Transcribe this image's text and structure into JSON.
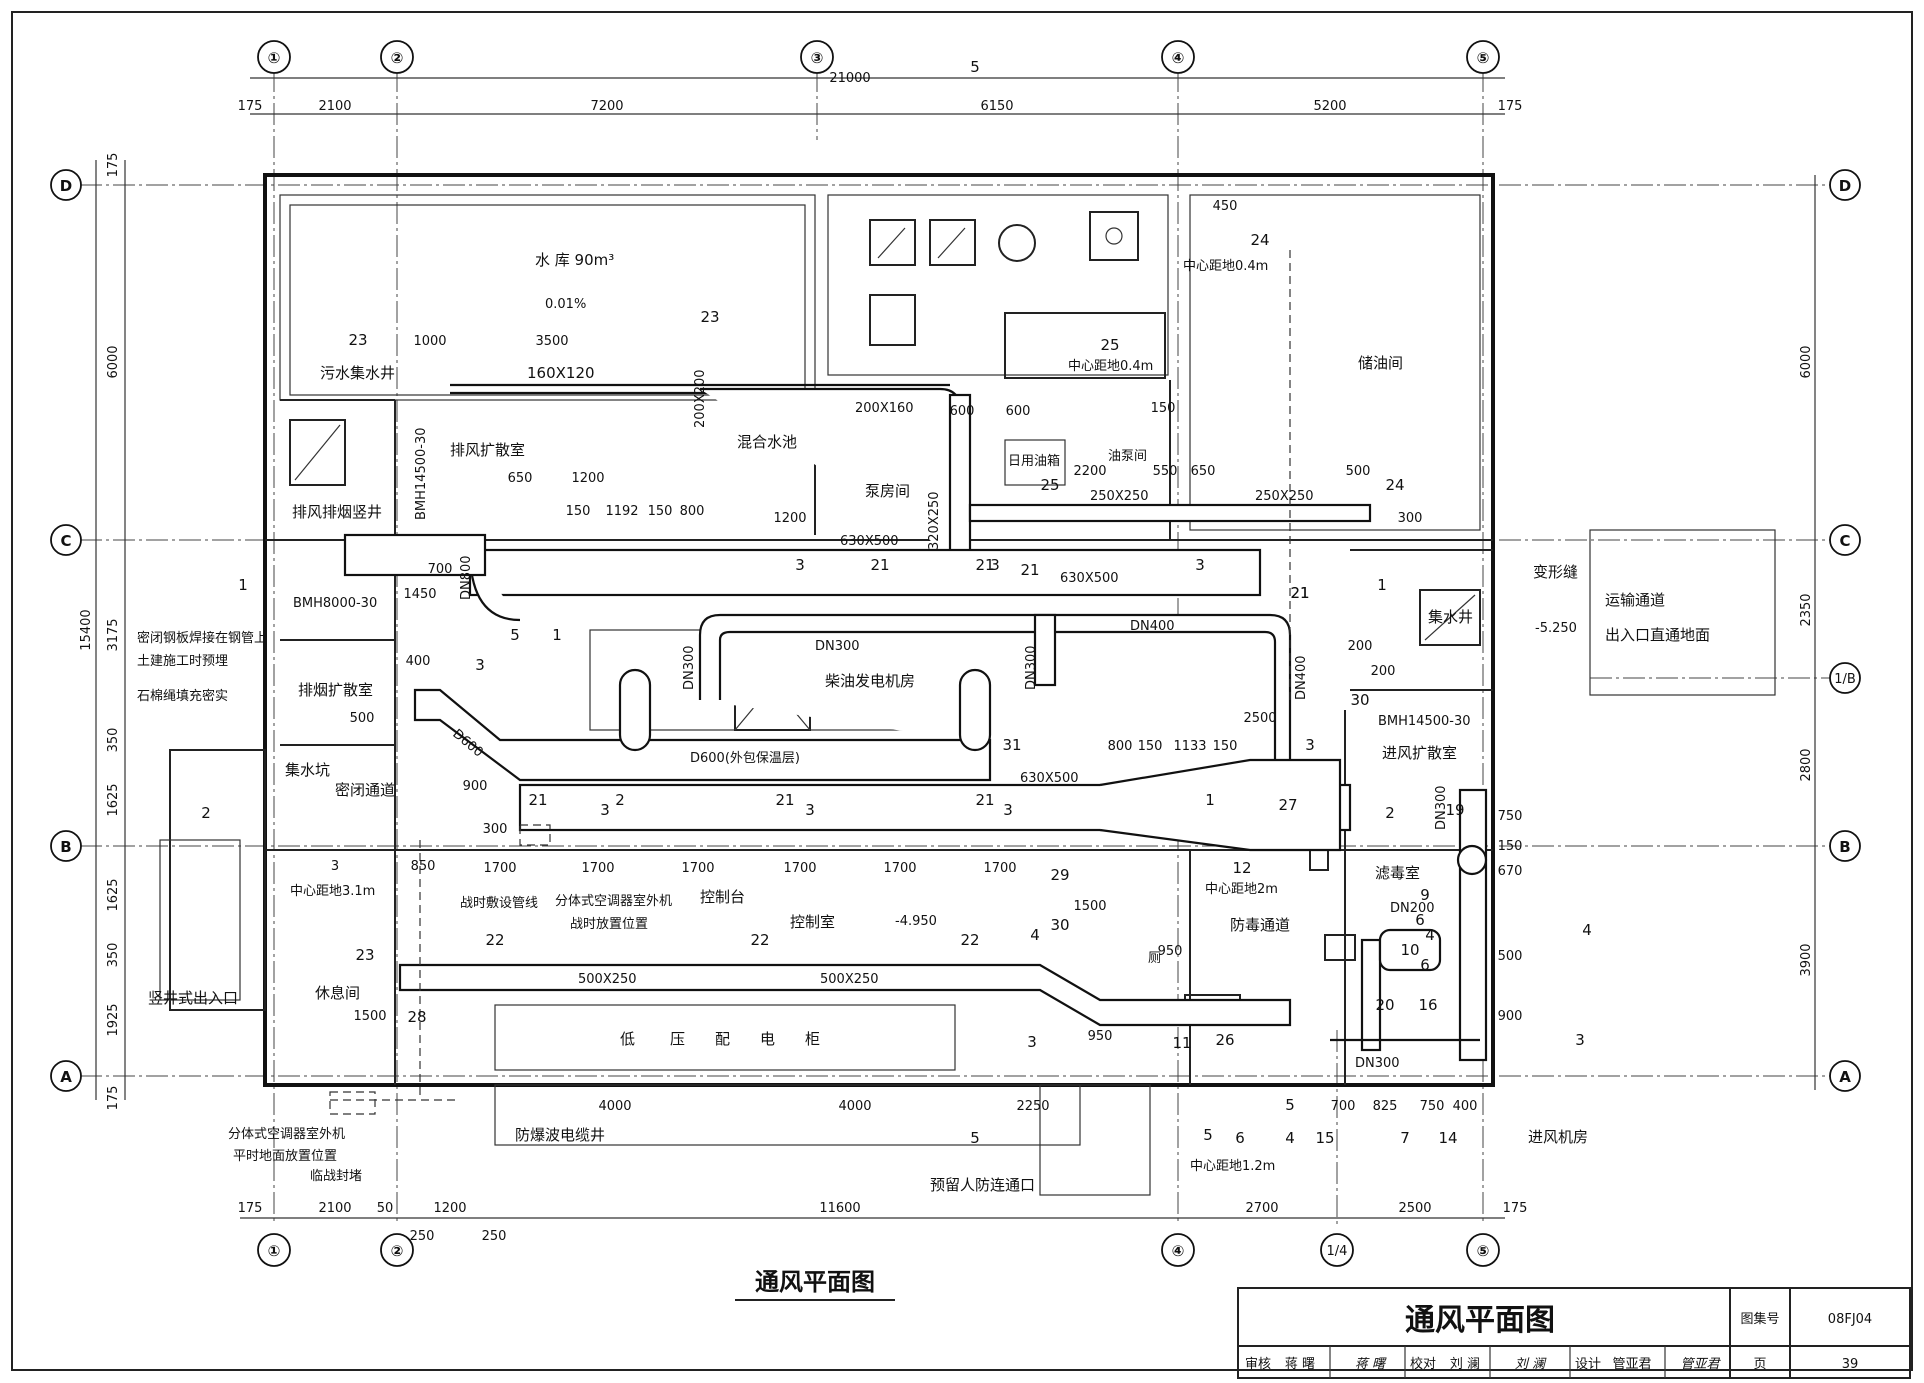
{
  "drawing_title": "通风平面图",
  "axis_labels": {
    "a1": "①",
    "a2": "②",
    "a3": "③",
    "a4": "④",
    "a5": "⑤",
    "a14": "1/4",
    "rD": "D",
    "rC": "C",
    "r1B": "1/B",
    "rB": "B",
    "rA": "A"
  },
  "dims_top": {
    "total": "21000",
    "d1": "175",
    "d2": "2100",
    "d3": "7200",
    "d4": "6150",
    "d5": "5200",
    "d6": "175"
  },
  "dims_bottom": {
    "d1": "175",
    "d2": "2100",
    "d3": "50",
    "d4": "1200",
    "d5": "11600",
    "d6": "2700",
    "d7": "2500",
    "d8": "175",
    "s1": "250",
    "s2": "250"
  },
  "dims_left": {
    "total": "15400",
    "d1": "175",
    "d2": "6000",
    "d3": "3175",
    "d4": "350",
    "d5": "1625",
    "d6": "1625",
    "d7": "350",
    "d8": "1925",
    "d9": "175"
  },
  "dims_right": {
    "d1": "6000",
    "d2": "2350",
    "d3": "2800",
    "d4": "3900"
  },
  "rooms": {
    "water_tank": "水 库 90m³",
    "slope": "0.01%",
    "sewage_well": "污水集水井",
    "exhaust_smoke_shaft": "排风排烟竖井",
    "exhaust_diffuser": "排风扩散室",
    "mix_pool": "混合水池",
    "pump_room": "泵房间",
    "daily_tank": "日用油箱",
    "oil_pump": "油泵间",
    "oil_store": "储油间",
    "generator": "柴油发电机房",
    "smoke_diffuser": "排烟扩散室",
    "sump": "集水坑",
    "airlock": "密闭通道",
    "vertical_exit": "竖井式出入口",
    "rest_room": "休息间",
    "control_room": "控制室",
    "control_desk": "控制台",
    "low_voltage": [
      "低",
      "压",
      "配",
      "电",
      "柜"
    ],
    "toilet": "厕",
    "gas_corridor": "防毒通道",
    "filter_room": "滤毒室",
    "intake_diffuser": "进风扩散室",
    "collect_well": "集水井",
    "deform_joint": "变形缝",
    "transport": "运输通道",
    "transport2": "出入口直通地面",
    "blast_cable": "防爆波电缆井",
    "reserved": "预留人防连通口",
    "intake_room": "进风机房"
  },
  "annotations": {
    "bmh1": "BMH14500-30",
    "bmh2": "BMH8000-30",
    "bmh3": "BMH14500-30",
    "weld1": "密闭钢板焊接在钢管上",
    "weld2": "土建施工时预埋",
    "asbestos": "石棉绳填充密实",
    "d600": "D600",
    "d600b": "D600(外包保温层)",
    "dn300a": "DN300",
    "dn300b": "DN300",
    "dn300c": "DN300",
    "dn400a": "DN400",
    "dn400b": "DN400",
    "dn800": "DN800",
    "dn200": "DN200",
    "dn300d": "DN300",
    "dn300e": "DN300",
    "duct160": "160X120",
    "duct200": "200X160",
    "duct250a": "250X250",
    "duct250b": "250X250",
    "duct630a": "630X500",
    "duct630b": "630X500",
    "duct630c": "630X500",
    "duct320": "320X250",
    "duct500a": "500X250",
    "duct500b": "500X250",
    "dim200x200": "200X200",
    "h1": "中心距地0.4m",
    "h2": "中心距地0.4m",
    "h3": "中心距地3.1m",
    "h4": "中心距地2m",
    "h5": "中心距地1.2m",
    "elev1": "-4.950",
    "elev2": "-5.250",
    "wartime_pipe": "战时敷设管线",
    "split_ac_war1": "分体式空调器室外机",
    "split_ac_war2": "战时放置位置",
    "split_ac_peace1": "分体式空调器室外机",
    "split_ac_peace2": "平时地面放置位置",
    "temp_seal": "临战封堵"
  },
  "inner_dims": [
    "1000",
    "3500",
    "650",
    "1200",
    "150",
    "1192",
    "150",
    "800",
    "1200",
    "600",
    "600",
    "2200",
    "550",
    "650",
    "500",
    "300",
    "150",
    "450",
    "700",
    "1450",
    "400",
    "500",
    "900",
    "300",
    "850",
    "1700",
    "1700",
    "1700",
    "1700",
    "1700",
    "1700",
    "800",
    "150",
    "1133",
    "150",
    "2500",
    "200",
    "200",
    "1500",
    "950",
    "1500",
    "950",
    "750",
    "150",
    "670",
    "500",
    "900",
    "700",
    "825",
    "750",
    "400",
    "4000",
    "4000",
    "2250",
    "3"
  ],
  "tags": [
    "23",
    "23",
    "23",
    "24",
    "24",
    "25",
    "25",
    "1",
    "3",
    "3",
    "3",
    "3",
    "3",
    "3",
    "3",
    "3",
    "5",
    "5",
    "1",
    "2",
    "21",
    "21",
    "21",
    "21",
    "21",
    "21",
    "21",
    "21",
    "22",
    "22",
    "22",
    "27",
    "12",
    "19",
    "9",
    "6",
    "6",
    "4",
    "10",
    "20",
    "16",
    "11",
    "26",
    "15",
    "7",
    "14",
    "6",
    "4",
    "28",
    "29",
    "30",
    "30",
    "31",
    "1",
    "1",
    "2",
    "2",
    "3",
    "3",
    "4",
    "4",
    "5",
    "5",
    "5"
  ],
  "title_block": {
    "title": "通风平面图",
    "atlas_label": "图集号",
    "atlas": "08FJ04",
    "review": "审核",
    "reviewer": "蒋 曙",
    "check": "校对",
    "checker": "刘 澜",
    "design": "设计",
    "designer": "管亚君",
    "page_label": "页",
    "page": "39"
  }
}
